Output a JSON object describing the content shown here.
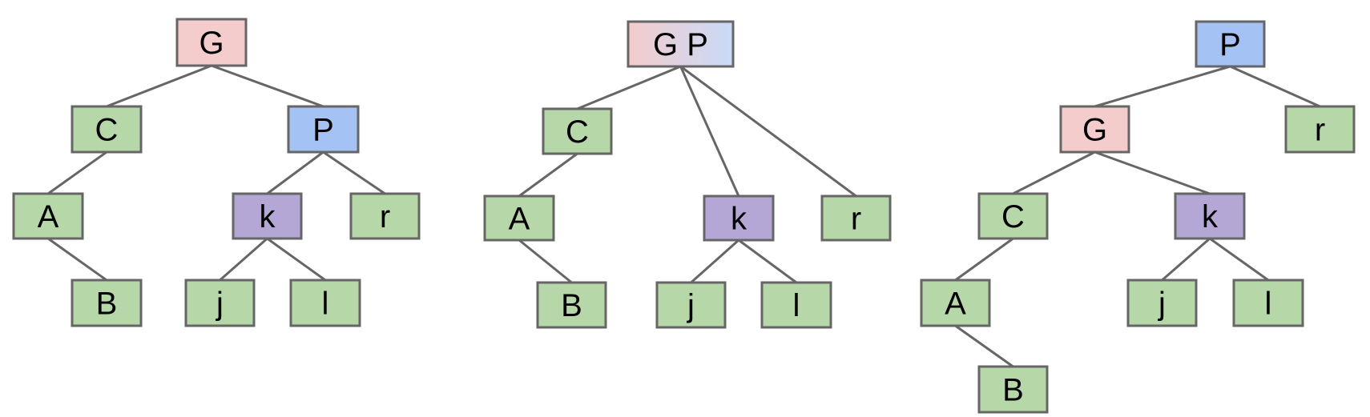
{
  "colors": {
    "leaf": "#b6d7a8",
    "grandparent": "#f4cccc",
    "parent": "#a4c2f4",
    "pivot": "#b4a7d6",
    "merged_start": "#f4cccc",
    "merged_end": "#c9daf8",
    "stroke": "#666666"
  },
  "trees": [
    {
      "name": "before-rotation",
      "nodes": [
        {
          "id": "G",
          "label": "G",
          "color": "grandparent"
        },
        {
          "id": "C",
          "label": "C",
          "color": "leaf"
        },
        {
          "id": "P",
          "label": "P",
          "color": "parent"
        },
        {
          "id": "A",
          "label": "A",
          "color": "leaf"
        },
        {
          "id": "k",
          "label": "k",
          "color": "pivot"
        },
        {
          "id": "r",
          "label": "r",
          "color": "leaf"
        },
        {
          "id": "B",
          "label": "B",
          "color": "leaf"
        },
        {
          "id": "j",
          "label": "j",
          "color": "leaf"
        },
        {
          "id": "l",
          "label": "l",
          "color": "leaf"
        }
      ],
      "edges": [
        [
          "G",
          "C"
        ],
        [
          "G",
          "P"
        ],
        [
          "C",
          "A"
        ],
        [
          "A",
          "B"
        ],
        [
          "P",
          "k"
        ],
        [
          "P",
          "r"
        ],
        [
          "k",
          "j"
        ],
        [
          "k",
          "l"
        ]
      ]
    },
    {
      "name": "during-rotation",
      "nodes": [
        {
          "id": "GP",
          "label": "G P",
          "color": "merged"
        },
        {
          "id": "C",
          "label": "C",
          "color": "leaf"
        },
        {
          "id": "A",
          "label": "A",
          "color": "leaf"
        },
        {
          "id": "k",
          "label": "k",
          "color": "pivot"
        },
        {
          "id": "r",
          "label": "r",
          "color": "leaf"
        },
        {
          "id": "B",
          "label": "B",
          "color": "leaf"
        },
        {
          "id": "j",
          "label": "j",
          "color": "leaf"
        },
        {
          "id": "l",
          "label": "l",
          "color": "leaf"
        }
      ],
      "edges": [
        [
          "GP",
          "C"
        ],
        [
          "GP",
          "k"
        ],
        [
          "GP",
          "r"
        ],
        [
          "C",
          "A"
        ],
        [
          "A",
          "B"
        ],
        [
          "k",
          "j"
        ],
        [
          "k",
          "l"
        ]
      ]
    },
    {
      "name": "after-rotation",
      "nodes": [
        {
          "id": "P",
          "label": "P",
          "color": "parent"
        },
        {
          "id": "G",
          "label": "G",
          "color": "grandparent"
        },
        {
          "id": "r",
          "label": "r",
          "color": "leaf"
        },
        {
          "id": "C",
          "label": "C",
          "color": "leaf"
        },
        {
          "id": "k",
          "label": "k",
          "color": "pivot"
        },
        {
          "id": "A",
          "label": "A",
          "color": "leaf"
        },
        {
          "id": "j",
          "label": "j",
          "color": "leaf"
        },
        {
          "id": "l",
          "label": "l",
          "color": "leaf"
        },
        {
          "id": "B",
          "label": "B",
          "color": "leaf"
        }
      ],
      "edges": [
        [
          "P",
          "G"
        ],
        [
          "P",
          "r"
        ],
        [
          "G",
          "C"
        ],
        [
          "G",
          "k"
        ],
        [
          "C",
          "A"
        ],
        [
          "A",
          "B"
        ],
        [
          "k",
          "j"
        ],
        [
          "k",
          "l"
        ]
      ]
    }
  ]
}
